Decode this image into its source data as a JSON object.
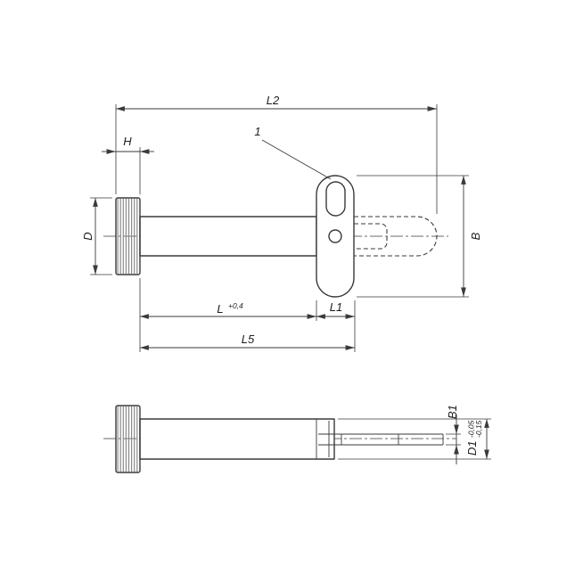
{
  "colors": {
    "background": "#ffffff",
    "line": "#3a3a3a",
    "knurl": "#8a8a8a"
  },
  "dims": {
    "l2": "L2",
    "h": "H",
    "leader_1": "1",
    "d": "D",
    "b": "B",
    "l": "L",
    "l_tolerance": "+0,4",
    "l1": "L1",
    "l5": "L5",
    "b1": "B1",
    "d1": "D1",
    "d1_tolerance_upper": "-0,05",
    "d1_tolerance_lower": "-0,15"
  }
}
